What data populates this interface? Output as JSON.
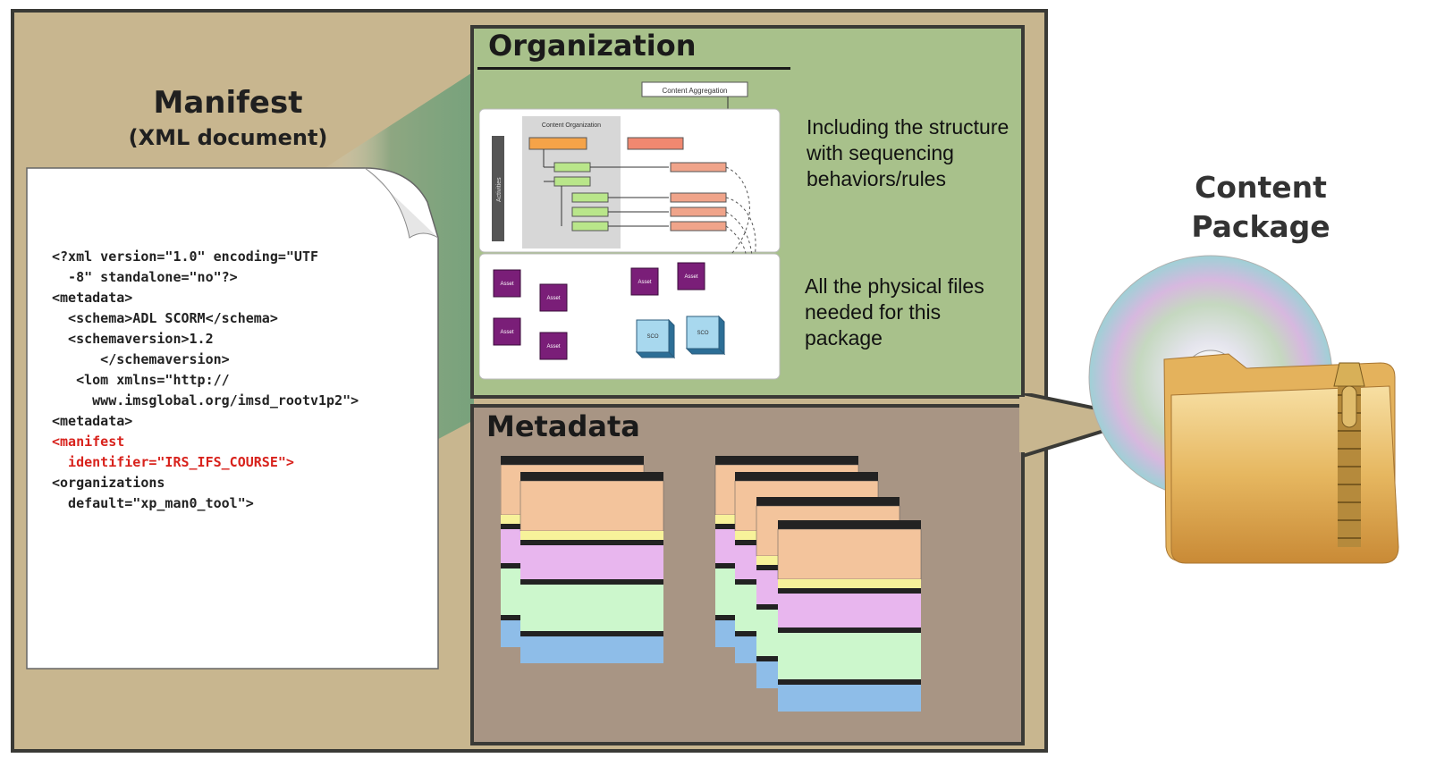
{
  "manifest": {
    "title": "Manifest",
    "subtitle": "(XML document)",
    "code_lines": [
      "<?xml version=\"1.0\" encoding=\"UTF",
      "  -8\" standalone=\"no\"?>",
      "",
      "<metadata>",
      "  <schema>ADL SCORM</schema>",
      "  <schemaversion>1.2",
      "      </schemaversion>",
      "   <lom xmlns=\"http://",
      "     www.imsglobal.org/imsd_rootv1p2\">",
      "<metadata>",
      "",
      "<manifest",
      "  identifier=\"IRS_IFS_COURSE\">",
      "",
      "<organizations",
      "  default=\"xp_man0_tool\">"
    ]
  },
  "organization": {
    "title": "Organization",
    "text1": "Including the structure with sequencing behaviors/rules",
    "text2": "All the physical files needed for this package",
    "diagram": {
      "top_label": "Content Aggregation",
      "org_label": "Content Organization",
      "left_bar": "Activities",
      "asset_label": "Asset",
      "sco_label": "SCO"
    }
  },
  "metadata": {
    "title": "Metadata"
  },
  "package": {
    "title_line1": "Content",
    "title_line2": "Package"
  },
  "colors": {
    "panel_tan": "#c8b68f",
    "org_green": "#a8c18b",
    "meta_brown": "#a89584",
    "border": "#3a3a36",
    "xml_red": "#d8221c"
  }
}
